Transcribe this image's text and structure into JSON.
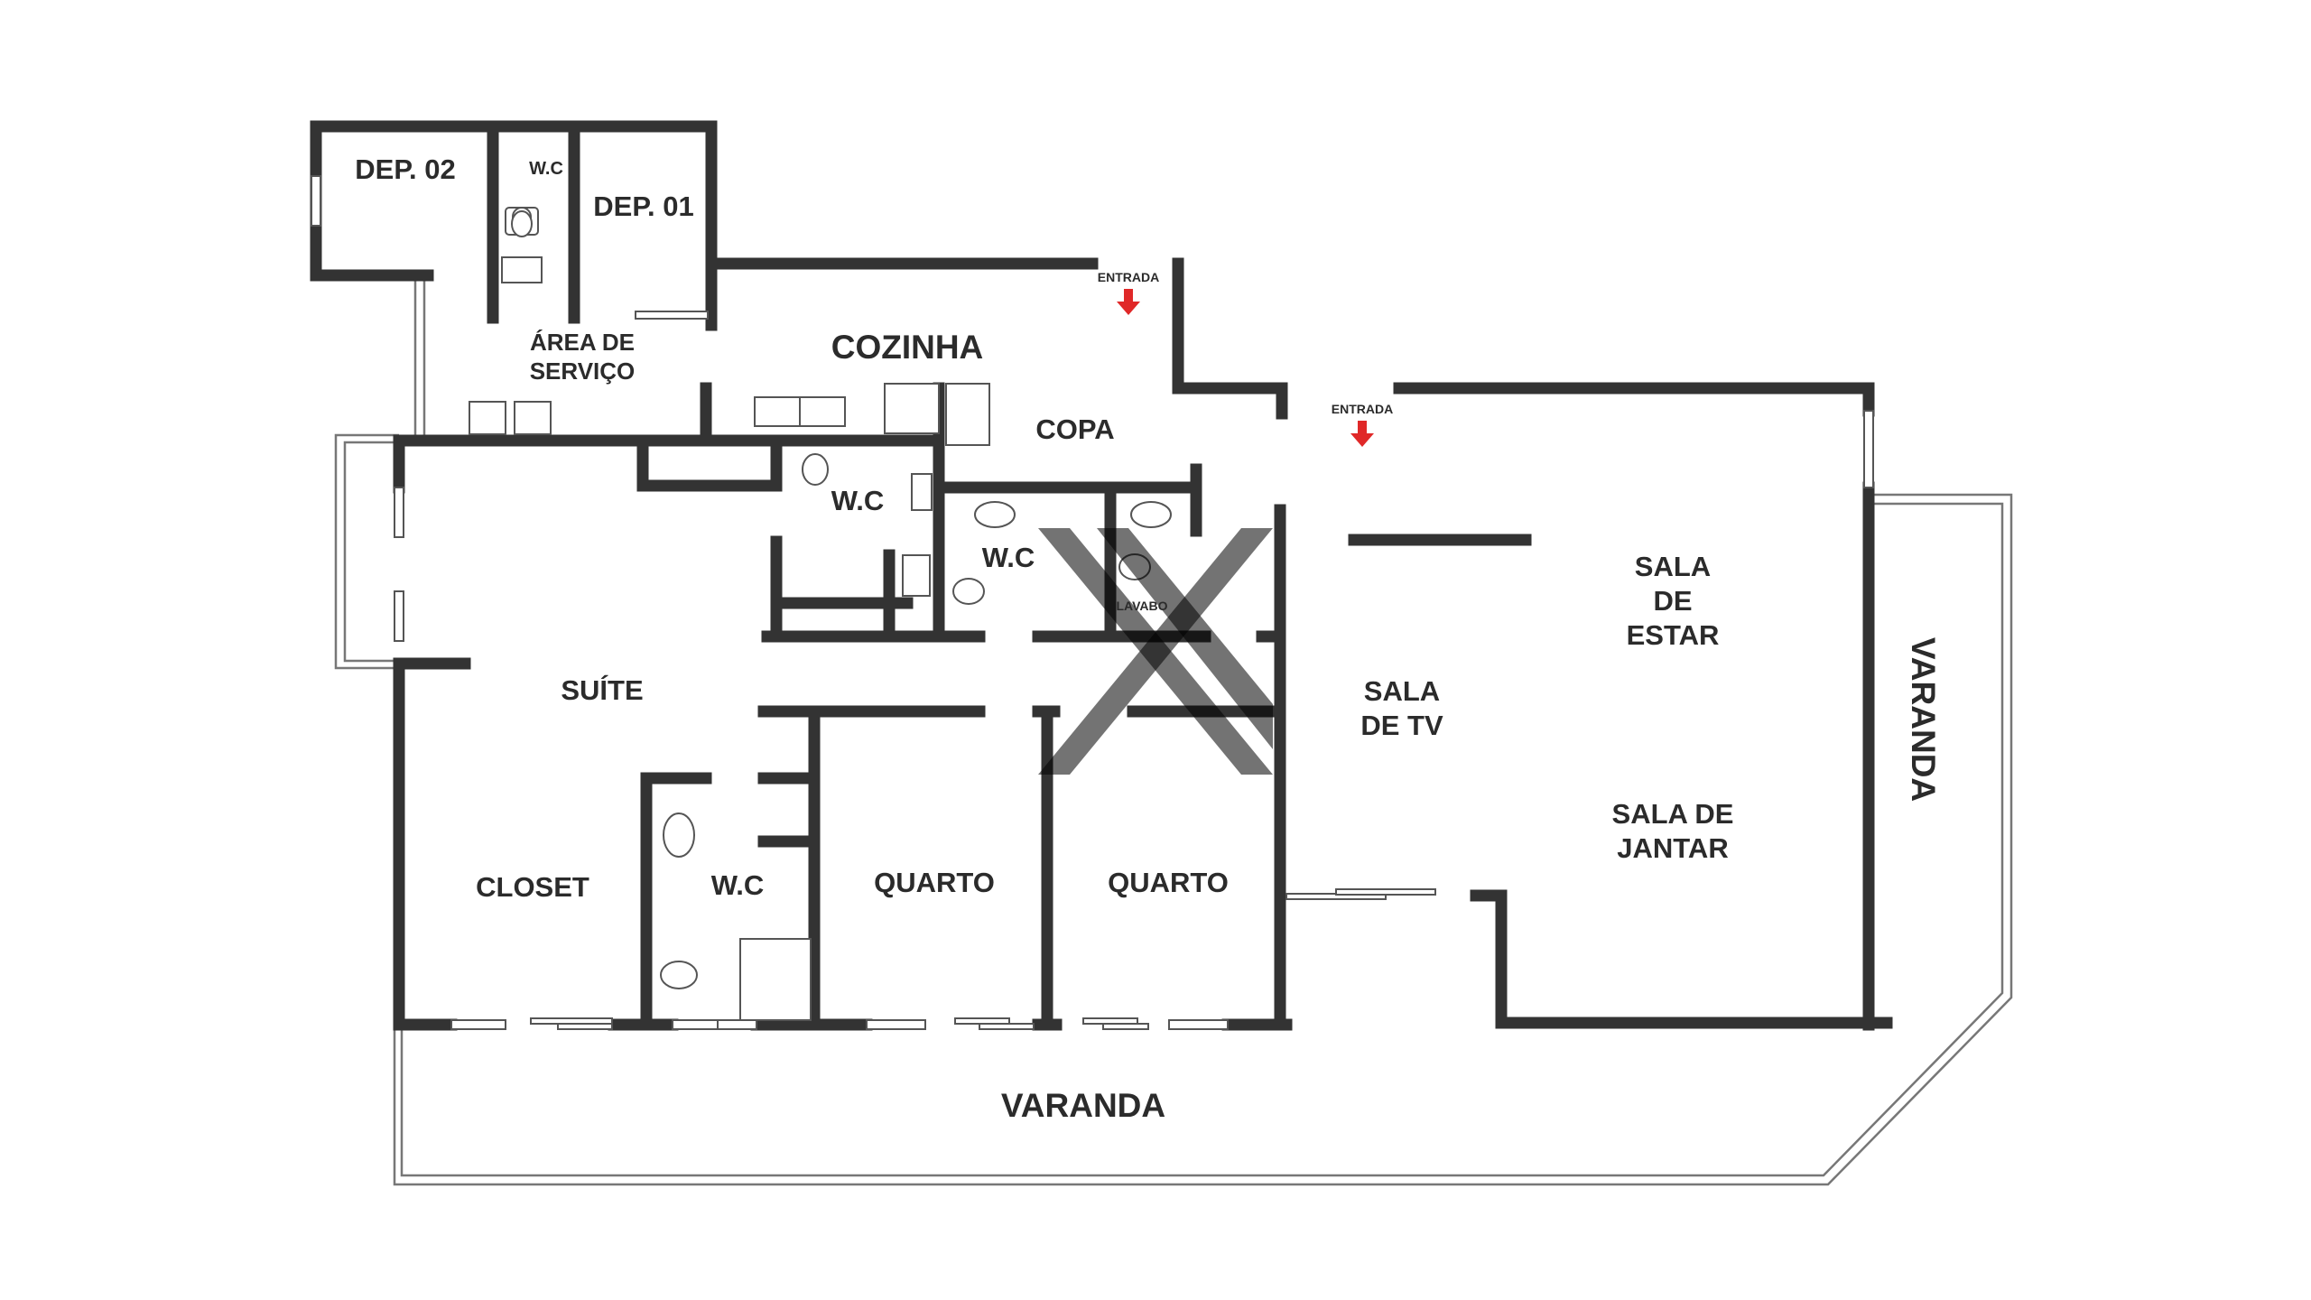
{
  "rooms": {
    "dep02": "DEP. 02",
    "wc_service": "W.C",
    "dep01": "DEP. 01",
    "area_servico": [
      "ÁREA DE",
      "SERVIÇO"
    ],
    "cozinha": "COZINHA",
    "copa": "COPA",
    "wc_suite_top": "W.C",
    "wc_center": "W.C",
    "lavabo": "LAVABO",
    "suite": "SUÍTE",
    "closet": "CLOSET",
    "wc_suite": "W.C",
    "quarto1": "QUARTO",
    "quarto2": "QUARTO",
    "sala_tv": [
      "SALA",
      "DE TV"
    ],
    "sala_estar": [
      "SALA",
      "DE",
      "ESTAR"
    ],
    "sala_jantar": [
      "SALA DE",
      "JANTAR"
    ],
    "varanda_bottom": "VARANDA",
    "varanda_right": "VARANDA"
  },
  "entrances": [
    "ENTRADA",
    "ENTRADA"
  ],
  "colors": {
    "wall": "#333333",
    "arrow": "#e02828",
    "text": "#2b2b2b"
  }
}
